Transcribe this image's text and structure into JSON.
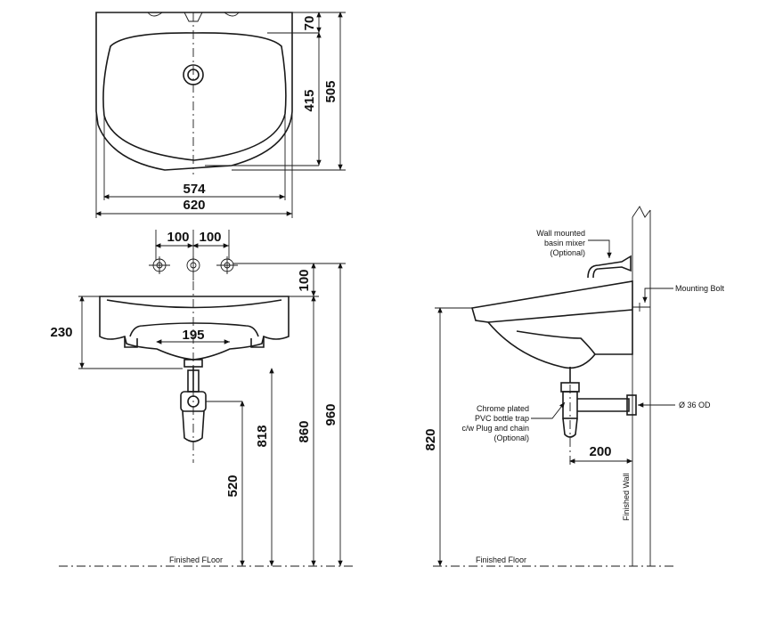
{
  "top_view": {
    "dim_top_gap": "70",
    "dim_bowl_depth": "415",
    "dim_total_depth": "505",
    "dim_bowl_width": "574",
    "dim_total_width": "620"
  },
  "front_view": {
    "dim_tap_spacing_left": "100",
    "dim_tap_spacing_right": "100",
    "dim_tap_height": "100",
    "dim_basin_height": "230",
    "dim_waste_width": "195",
    "dim_trap_height": "520",
    "dim_waste_height": "818",
    "dim_rim_height": "860",
    "dim_tap_total_height": "960",
    "floor_label": "Finished FLoor"
  },
  "side_view": {
    "label_mixer_line1": "Wall mounted",
    "label_mixer_line2": "basin mixer",
    "label_mixer_line3": "(Optional)",
    "label_bolt": "Mounting Bolt",
    "label_trap_line1": "Chrome plated",
    "label_trap_line2": "PVC bottle trap",
    "label_trap_line3": "c/w Plug and chain",
    "label_trap_line4": "(Optional)",
    "label_od": "Ø 36 OD",
    "dim_projection": "200",
    "dim_rim_height": "820",
    "label_wall": "Finished Wall",
    "floor_label": "Finished Floor"
  }
}
